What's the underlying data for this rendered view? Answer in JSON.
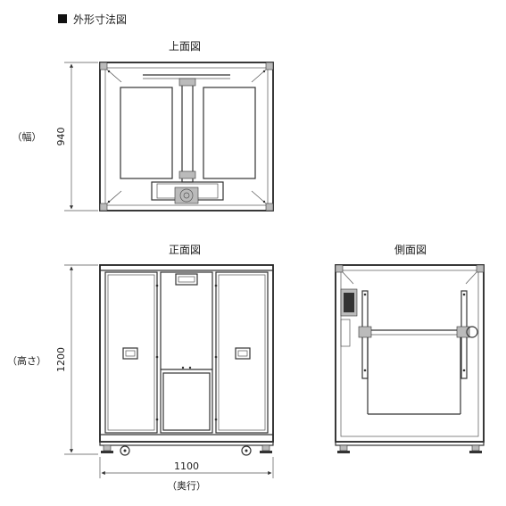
{
  "header": {
    "bullet_icon": "black-square-icon",
    "title": "外形寸法図"
  },
  "views": {
    "top": {
      "label": "上面図"
    },
    "front": {
      "label": "正面図"
    },
    "side": {
      "label": "側面図"
    }
  },
  "dimensions": {
    "width_value": "940",
    "width_label": "（幅）",
    "height_value": "1200",
    "height_label": "（高さ）",
    "depth_value": "1100",
    "depth_label": "（奥行）"
  }
}
